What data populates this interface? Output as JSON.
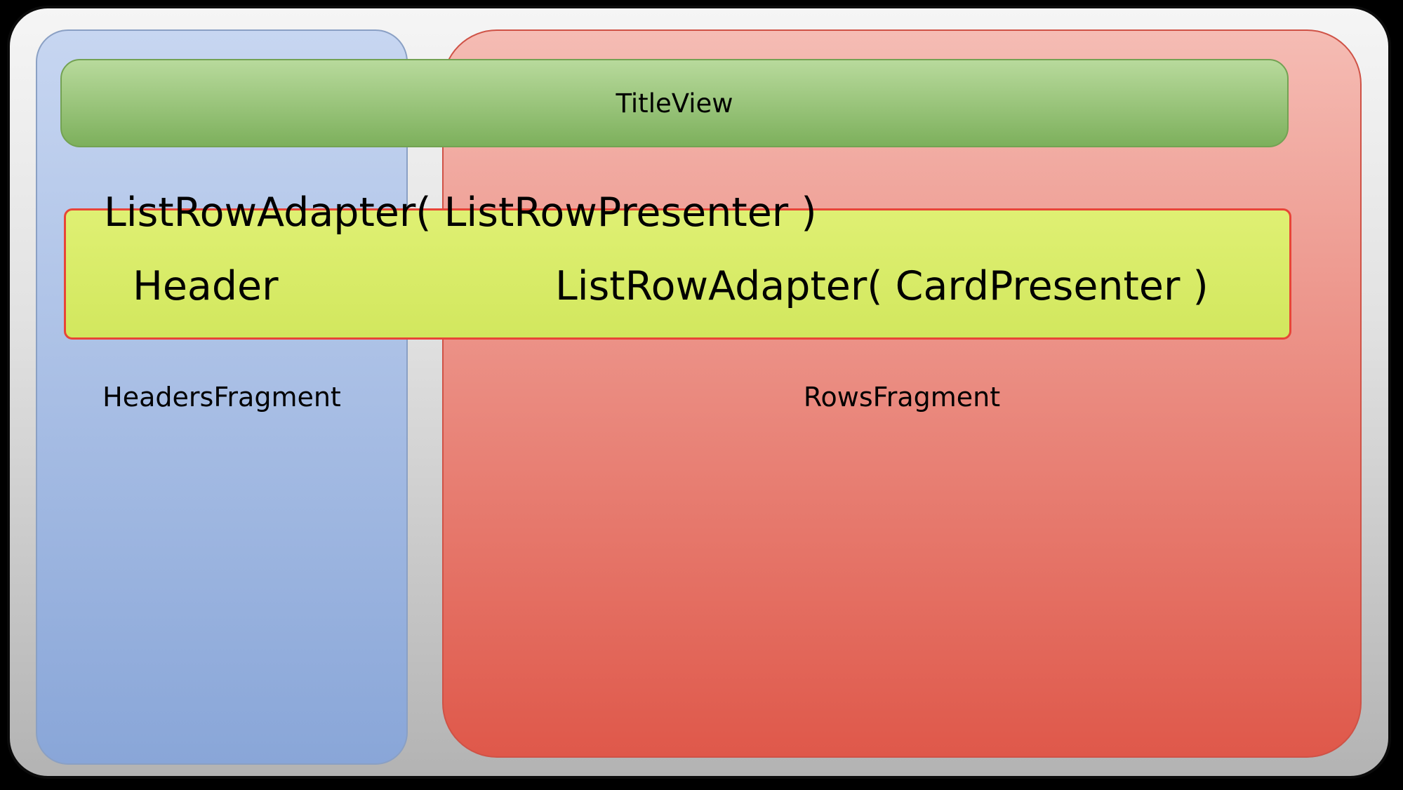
{
  "diagram": {
    "title_view_label": "TitleView",
    "list_row_adapter_presenter_label": "ListRowAdapter( ListRowPresenter )",
    "header_label": "Header",
    "list_row_adapter_card_label": "ListRowAdapter( CardPresenter )",
    "headers_fragment_label": "HeadersFragment",
    "rows_fragment_label": "RowsFragment",
    "colors": {
      "page_background": "#000000",
      "outer_box_top": "#f5f5f5",
      "outer_box_bottom": "#b3b3b3",
      "outer_box_border": "#0b0b0b",
      "headers_fragment_top": "#c7d6f1",
      "headers_fragment_bottom": "#89a6d8",
      "headers_fragment_border": "#8aa0c4",
      "rows_fragment_top": "#f5bcb4",
      "rows_fragment_bottom": "#df584a",
      "rows_fragment_border": "#cf5246",
      "title_view_top": "#b8da9c",
      "title_view_bottom": "#7db05c",
      "title_view_border": "#73a253",
      "list_row_box_fill": "#d9ec68",
      "list_row_box_border": "#e84537",
      "text_color": "#000000"
    }
  }
}
